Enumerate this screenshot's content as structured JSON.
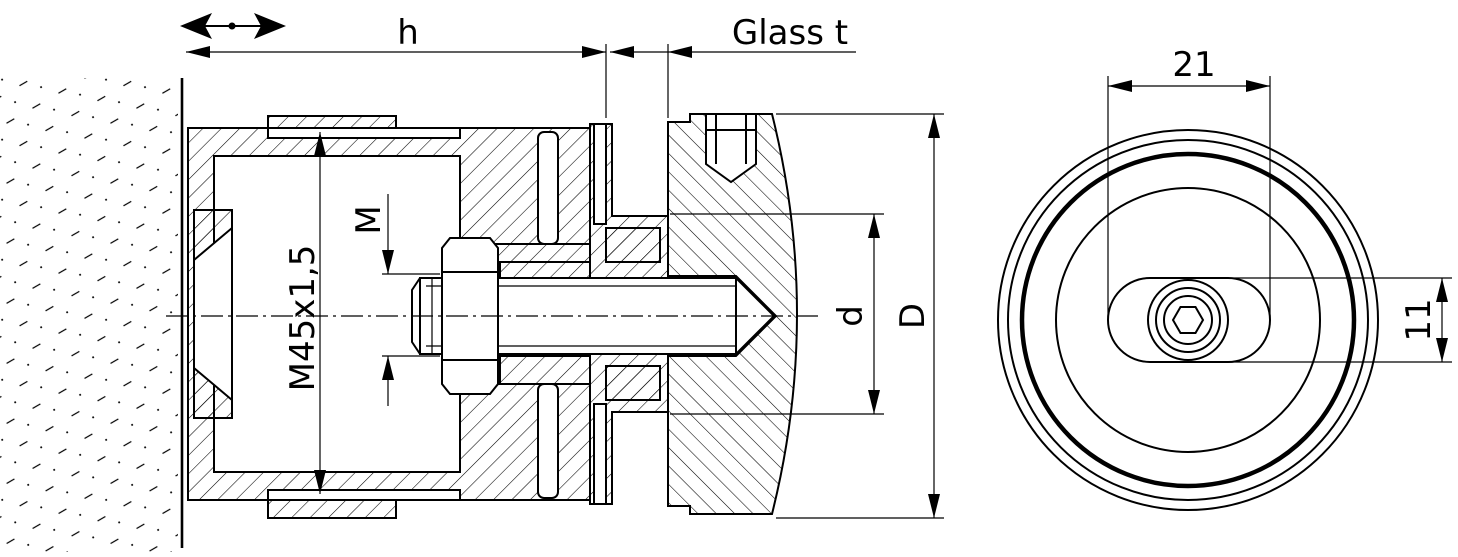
{
  "labels": {
    "h": "h",
    "glass_t": "Glass t",
    "thread": "M45x1,5",
    "M": "M",
    "d": "d",
    "D": "D",
    "width_21": "21",
    "height_11": "11"
  }
}
